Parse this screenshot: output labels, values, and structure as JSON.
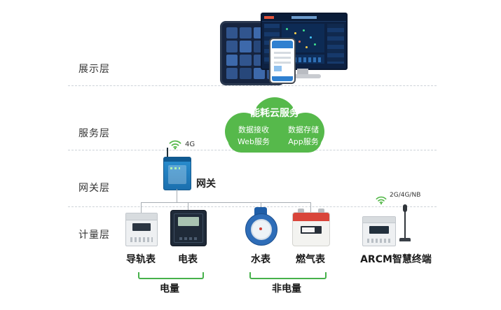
{
  "layers": [
    {
      "label": "展示层"
    },
    {
      "label": "服务层"
    },
    {
      "label": "网关层"
    },
    {
      "label": "计量层"
    }
  ],
  "cloud": {
    "title": "能耗云服务",
    "items": [
      "数据接收",
      "数据存储",
      "Web服务",
      "App服务"
    ]
  },
  "gateway": {
    "label": "网关",
    "network": "4G"
  },
  "meters": [
    {
      "label": "导轨表"
    },
    {
      "label": "电表"
    },
    {
      "label": "水表"
    },
    {
      "label": "燃气表"
    },
    {
      "label": "ARCM智慧终端",
      "network": "2G/4G/NB"
    }
  ],
  "groups": [
    {
      "label": "电量"
    },
    {
      "label": "非电量"
    }
  ],
  "colors": {
    "cloud_green": "#56b94b",
    "bracket_green": "#46b14b",
    "gateway_blue": "#1f7fc0",
    "water_blue": "#2e6db8",
    "gas_red": "#d9453a",
    "connector_gray": "#a7adb3"
  }
}
